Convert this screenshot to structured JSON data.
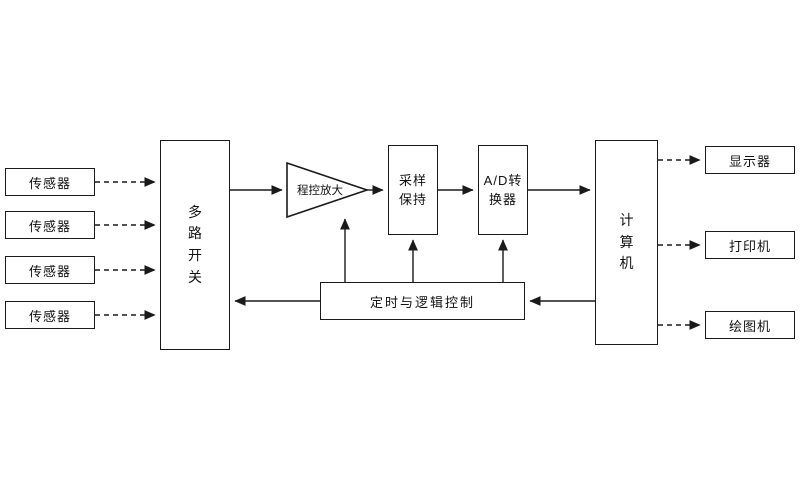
{
  "diagram": {
    "sensors": [
      {
        "label": "传感器"
      },
      {
        "label": "传感器"
      },
      {
        "label": "传感器"
      },
      {
        "label": "传感器"
      }
    ],
    "multiplexer": "多路开关",
    "amplifier": "程控放大",
    "sample_hold": {
      "line1": "采样",
      "line2": "保持"
    },
    "adc": {
      "line1": "A/D转",
      "line2": "换器"
    },
    "computer": "计算机",
    "control": "定时与逻辑控制",
    "outputs": [
      {
        "label": "显示器"
      },
      {
        "label": "打印机"
      },
      {
        "label": "绘图机"
      }
    ],
    "line_color": "#1a1a1a"
  }
}
